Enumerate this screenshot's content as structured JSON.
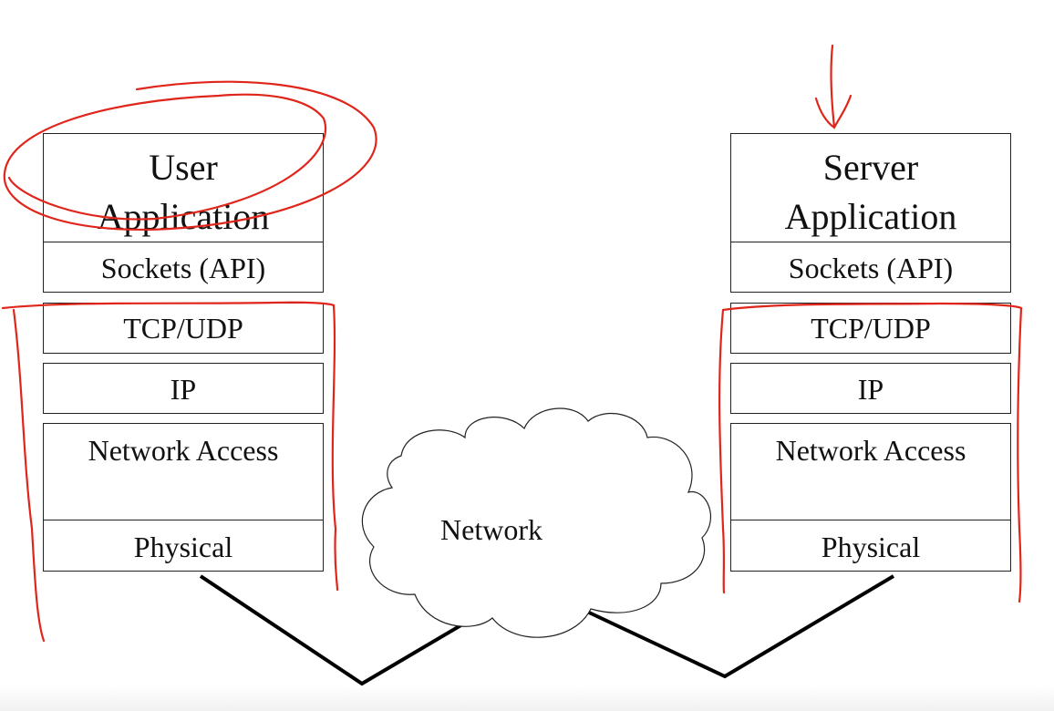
{
  "diagram": {
    "title": "Client-server protocol stacks over a network",
    "client_stack": {
      "layers": [
        {
          "line1": "User",
          "line2": "Application"
        },
        {
          "label": "Sockets (API)"
        },
        {
          "label": "TCP/UDP"
        },
        {
          "label": "IP"
        },
        {
          "label": "Network Access"
        },
        {
          "label": "Physical"
        }
      ]
    },
    "server_stack": {
      "layers": [
        {
          "line1": "Server",
          "line2": "Application"
        },
        {
          "label": "Sockets (API)"
        },
        {
          "label": "TCP/UDP"
        },
        {
          "label": "IP"
        },
        {
          "label": "Network Access"
        },
        {
          "label": "Physical"
        }
      ]
    },
    "network": {
      "label": "Network"
    },
    "annotations": {
      "color": "#e0251b",
      "items": [
        "circle around User Application",
        "arrow pointing down to Server Application",
        "bracket around client TCP/UDP to Physical",
        "bracket around server TCP/UDP to Physical"
      ]
    }
  }
}
